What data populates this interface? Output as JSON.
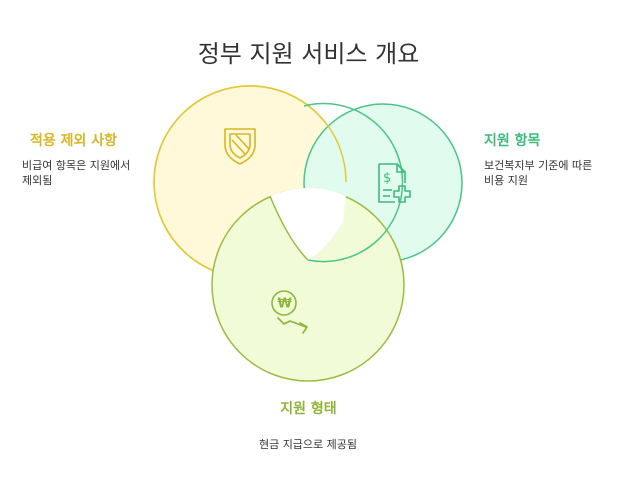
{
  "title": "정부 지원 서비스 개요",
  "colors": {
    "yellow_fill": "#fff9d9",
    "yellow_stroke": "#e3c83a",
    "yellow_text": "#d9b526",
    "mint_fill": "#e1fbef",
    "mint_stroke": "#4cc48a",
    "mint_text": "#3dba7e",
    "lime_fill": "#f2fbd8",
    "lime_stroke": "#9cbc40",
    "lime_text": "#8fb43a"
  },
  "sections": {
    "exclusion": {
      "title": "적용 제외 사항",
      "desc": "비급여 항목은 지원에서 제외됨",
      "icon": "shield-icon"
    },
    "items": {
      "title": "지원 항목",
      "desc": "보건복지부 기준에 따른 비용 지원",
      "icon": "medical-document-icon"
    },
    "form": {
      "title": "지원 형태",
      "desc": "현금 지급으로 제공됨",
      "icon": "won-coin-icon"
    }
  }
}
